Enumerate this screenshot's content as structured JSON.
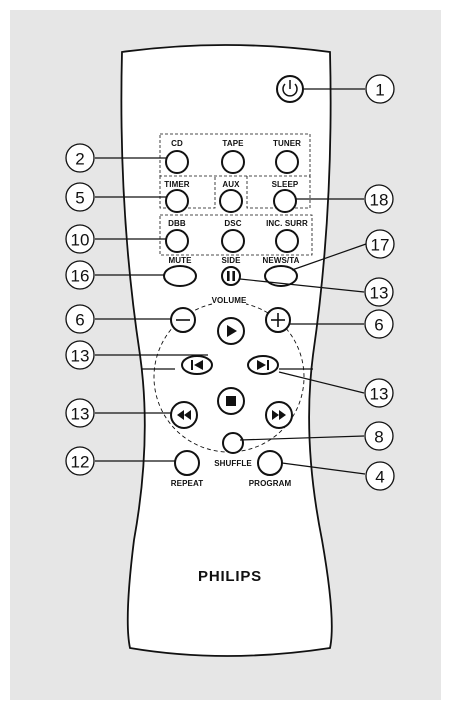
{
  "labels": {
    "cd": "CD",
    "tape": "TAPE",
    "tuner": "TUNER",
    "timer": "TIMER",
    "aux": "AUX",
    "sleep": "SLEEP",
    "dbb": "DBB",
    "dsc": "DSC",
    "inc_surr": "INC. SURR",
    "mute": "MUTE",
    "side": "SIDE",
    "news_ta": "NEWS/TA",
    "volume": "VOLUME",
    "shuffle": "SHUFFLE",
    "repeat": "REPEAT",
    "program": "PROGRAM"
  },
  "brand": "PHILIPS",
  "callouts": {
    "standby": "1",
    "cd": "2",
    "timer": "5",
    "dbb": "10",
    "mute": "16",
    "vol_down": "6",
    "skip": "13",
    "search": "13",
    "repeat": "12",
    "sleep": "18",
    "news_ta": "17",
    "side": "13",
    "vol_up": "6",
    "next": "13",
    "shuffle": "8",
    "program": "4"
  },
  "icons": {
    "standby": "power-icon",
    "play": "play-icon",
    "stop": "stop-icon",
    "prev": "previous-track-icon",
    "next": "next-track-icon",
    "rewind": "rewind-icon",
    "fast_forward": "fast-forward-icon",
    "pause": "pause-icon",
    "minus": "minus-icon",
    "plus": "plus-icon"
  },
  "colors": {
    "background": "#e6e6e6",
    "remote_body": "#ffffff",
    "ink": "#111111"
  }
}
